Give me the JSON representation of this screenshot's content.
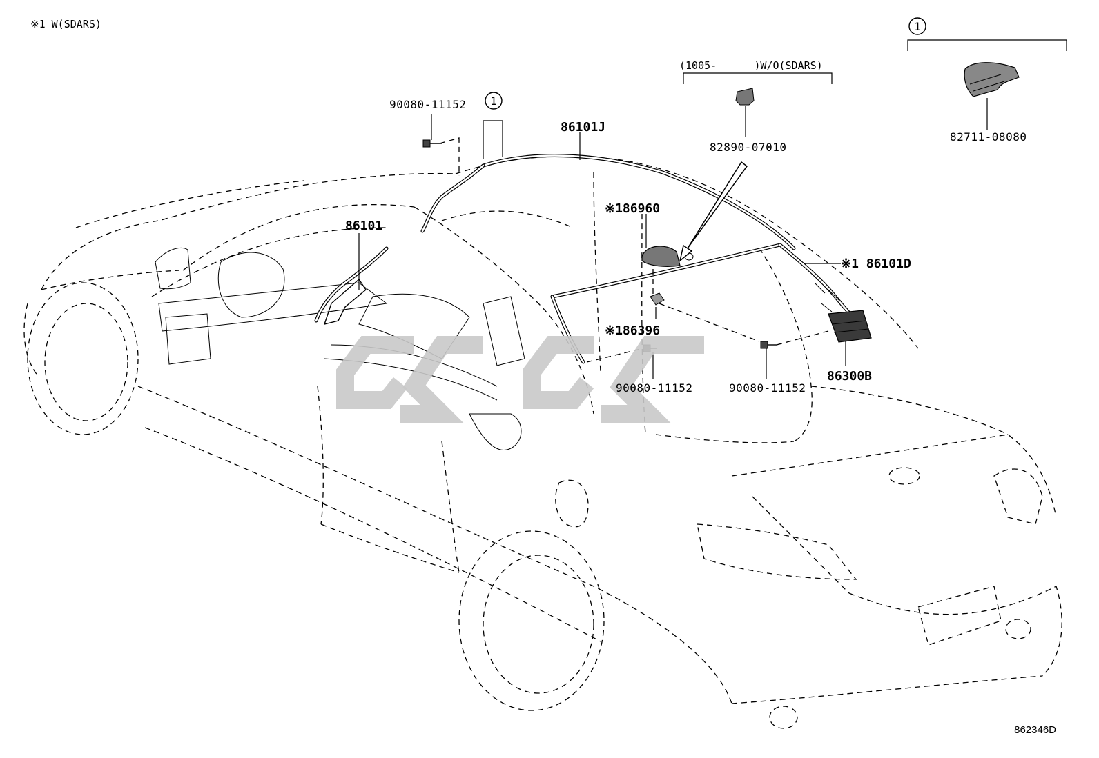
{
  "note": "※1 W(SDARS)",
  "figure_code": "862346D",
  "callout_symbol": "1",
  "variant_label": "(1005-      )W/O(SDARS)",
  "parts": {
    "screw_top": "90080-11152",
    "cable_roof": "86101J",
    "cable_front": "86101",
    "antenna": "※186960",
    "cable_rear": "※1 86101D",
    "pad": "※186396",
    "screw_mid": "90080-11152",
    "screw_right": "90080-11152",
    "amplifier": "86300B",
    "cap": "82890-07010",
    "clamp": "82711-08080"
  }
}
